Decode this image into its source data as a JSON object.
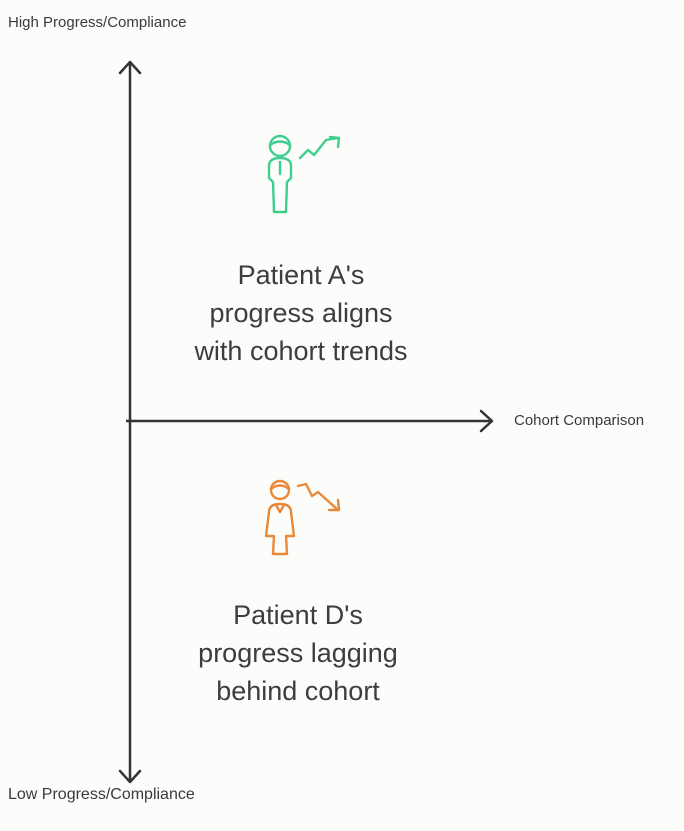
{
  "axes": {
    "y_top_label": "High Progress/Compliance",
    "y_bottom_label": "Low Progress/Compliance",
    "x_right_label": "Cohort Comparison"
  },
  "quadrants": {
    "upper": {
      "lines": [
        "Patient A's",
        "progress aligns",
        "with cohort trends"
      ],
      "color": "#3ecf8e",
      "icon": "person-trending-up-icon"
    },
    "lower": {
      "lines": [
        "Patient D's",
        "progress lagging",
        "behind cohort"
      ],
      "color": "#e8893a",
      "icon": "person-trending-down-icon"
    }
  },
  "colors": {
    "axis": "#333333",
    "background": "#fcfcfb"
  }
}
